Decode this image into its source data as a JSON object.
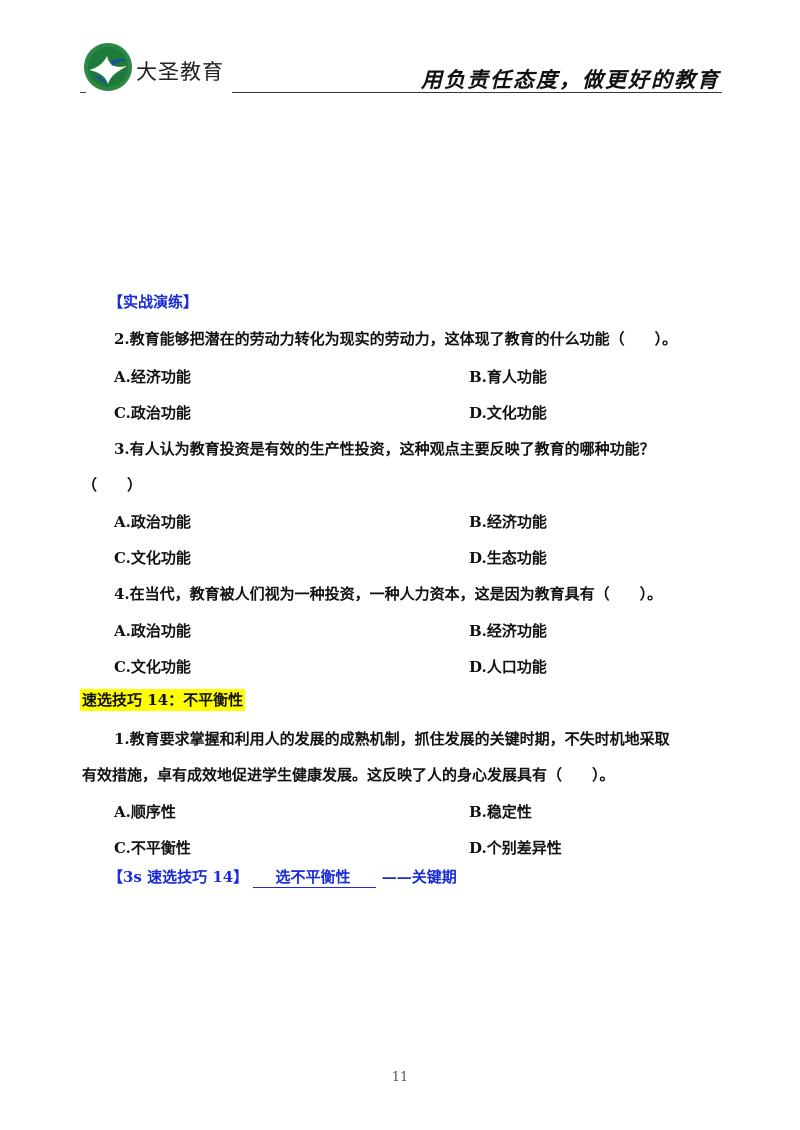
{
  "header": {
    "brand": "大圣教育",
    "slogan": "用负责任态度，做更好的教育"
  },
  "section_title": "【实战演练】",
  "questions": [
    {
      "stem": "2.教育能够把潜在的劳动力转化为现实的劳动力，这体现了教育的什么功能（　　）。",
      "options": [
        "A.经济功能",
        "B.育人功能",
        "C.政治功能",
        "D.文化功能"
      ]
    },
    {
      "stem_line1": "3.有人认为教育投资是有效的生产性投资，这种观点主要反映了教育的哪种功能？",
      "stem_line2": "（　　）",
      "options": [
        "A.政治功能",
        "B.经济功能",
        "C.文化功能",
        "D.生态功能"
      ]
    },
    {
      "stem": "4.在当代，教育被人们视为一种投资，一种人力资本，这是因为教育具有（　　）。",
      "options": [
        "A.政治功能",
        "B.经济功能",
        "C.文化功能",
        "D.人口功能"
      ]
    }
  ],
  "tip": {
    "title": "速选技巧 14：不平衡性",
    "question": {
      "stem_line1": "1.教育要求掌握和利用人的发展的成熟机制，抓住发展的关键时期，不失时机地采取",
      "stem_line2": "有效措施，卓有成效地促进学生健康发展。这反映了人的身心发展具有（　　）。",
      "options": [
        "A.顺序性",
        "B.稳定性",
        "C.不平衡性",
        "D.个别差异性"
      ]
    },
    "summary_prefix": "【3s 速选技巧 14】",
    "summary_answer": "选不平衡性",
    "summary_suffix": "——关键期"
  },
  "page_number": "11",
  "colors": {
    "emphasis_blue": "#1a2bd6",
    "highlight": "#ffff00"
  }
}
